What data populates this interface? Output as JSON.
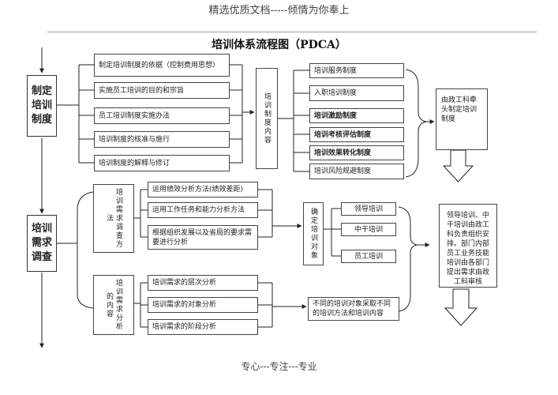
{
  "header": {
    "text": "精选优质文档-----倾情为你奉上"
  },
  "title": "培训体系流程图（PDCA）",
  "footer": {
    "text": "专心---专注---专业"
  },
  "left_steps": [
    {
      "label": "制定培训制度"
    },
    {
      "label": "培训需求调查"
    }
  ],
  "section1": {
    "items": [
      "制定培训制度的依据（控制费用思想）",
      "实施员工培训的目的和宗旨",
      "员工培训制度实施办法",
      "培训制度的核准与施行",
      "培训制度的解释与修订"
    ],
    "center_label": "培训制度内容",
    "contents": [
      "培训服务制度",
      "入职培训制度",
      "培训激励制度",
      "培训考核评估制度",
      "培训效果转化制度",
      "培训风险规避制度"
    ],
    "note": "由政工科牵头制定培训制度"
  },
  "section2": {
    "methods_label": "培训需求调查方法",
    "methods": [
      "运用绩效分析方法(绩效差距)",
      "运用工作任务和能力分析方法",
      "根据组织发展以及省局的要求需要进行分析"
    ],
    "analysis_label": "培训需求分析的内容",
    "analysis": [
      "培训需求的层次分析",
      "培训需求的对象分析",
      "培训需求的阶段分析"
    ],
    "target_label": "确定培训对象",
    "targets": [
      "领导培训",
      "中干培训",
      "员工培训"
    ],
    "diff_note": "不同的培训对象采取不同的培训方法和培训内容",
    "note": "领导培训、中干培训由政工科负责组织安排。部门内部员工业务技能培训由各部门提出需求由政工科审核"
  }
}
